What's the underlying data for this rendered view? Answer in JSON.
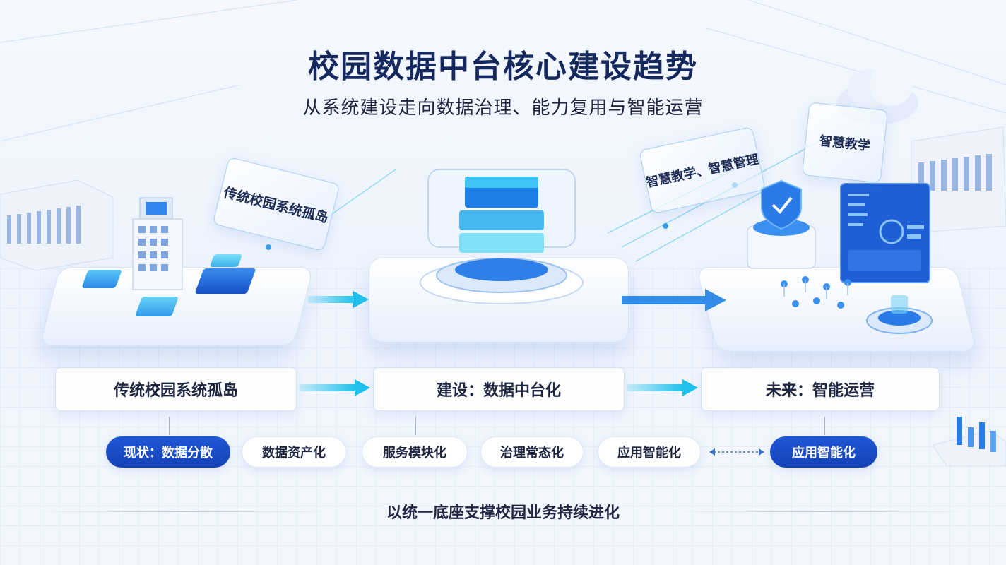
{
  "header": {
    "title": "校园数据中台核心建设趋势",
    "subtitle": "从系统建设走向数据治理、能力复用与智能运营"
  },
  "floating_labels": {
    "left": "传统校园系统孤岛",
    "middle_right": "智慧教学、智慧管理",
    "right": "智慧教学"
  },
  "stages": [
    {
      "label": "传统校园系统孤岛"
    },
    {
      "label": "建设：数据中台化"
    },
    {
      "label": "未来：智能运营"
    }
  ],
  "pills": [
    {
      "label": "现状：数据分散",
      "style": "dark"
    },
    {
      "label": "数据资产化",
      "style": "light"
    },
    {
      "label": "服务模块化",
      "style": "light"
    },
    {
      "label": "治理常态化",
      "style": "light"
    },
    {
      "label": "应用智能化",
      "style": "light"
    },
    {
      "label": "应用智能化",
      "style": "dark"
    }
  ],
  "footer": {
    "tagline": "以统一底座支撑校园业务持续进化"
  },
  "colors": {
    "accent_blue": "#1f57d6",
    "cyan": "#1fc1ec",
    "title_navy": "#15295e"
  }
}
